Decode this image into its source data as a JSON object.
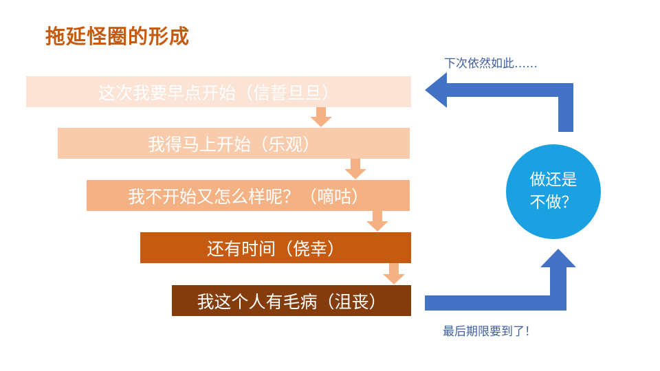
{
  "title": "拖延怪圈的形成",
  "steps": [
    {
      "text": "这次我要早点开始（信誓旦旦）",
      "color": "#fbe3d5"
    },
    {
      "text": "我得马上开始（乐观）",
      "color": "#f8cbad"
    },
    {
      "text": "我不开始又怎么样呢？（嘀咕）",
      "color": "#f4b183"
    },
    {
      "text": "还有时间（侥幸）",
      "color": "#c55a11"
    },
    {
      "text": "我这个人有毛病（沮丧）",
      "color": "#843c0c"
    }
  ],
  "decision": {
    "line1": "做还是",
    "line2": "不做？",
    "color": "#1ba1e2"
  },
  "loop_top_label": "下次依然如此……",
  "loop_bottom_label": "最后期限要到了！",
  "colors": {
    "title": "#c55a11",
    "connector_arrow": "#f4b183",
    "loop_arrow_fill": "#4472c4",
    "loop_label": "#3f5e9e"
  }
}
